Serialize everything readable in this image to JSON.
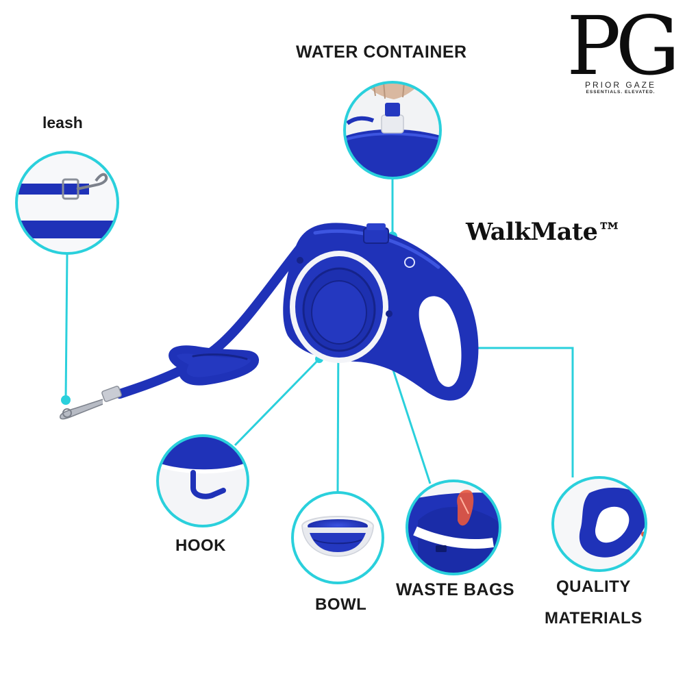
{
  "brand": {
    "logo_initials": "PG",
    "logo_name": "PRIOR GAZE",
    "logo_tagline": "ESSENTIALS. ELEVATED."
  },
  "product": {
    "name": "WalkMate™"
  },
  "features": {
    "water_container": "WATER CONTAINER",
    "leash": "leash",
    "hook": "HOOK",
    "bowl": "BOWL",
    "waste_bags": "WASTE BAGS",
    "quality_line1": "QUALITY",
    "quality_line2": "MATERIALS"
  },
  "colors": {
    "accent_cyan": "#2ad0dc",
    "product_blue": "#1f32b8",
    "product_blue_dark": "#15238a",
    "text": "#1a1a1a"
  },
  "icons": [
    "leash-clip-icon",
    "water-bottle-icon",
    "hook-icon",
    "collapsible-bowl-icon",
    "waste-bag-icon",
    "handle-icon"
  ]
}
